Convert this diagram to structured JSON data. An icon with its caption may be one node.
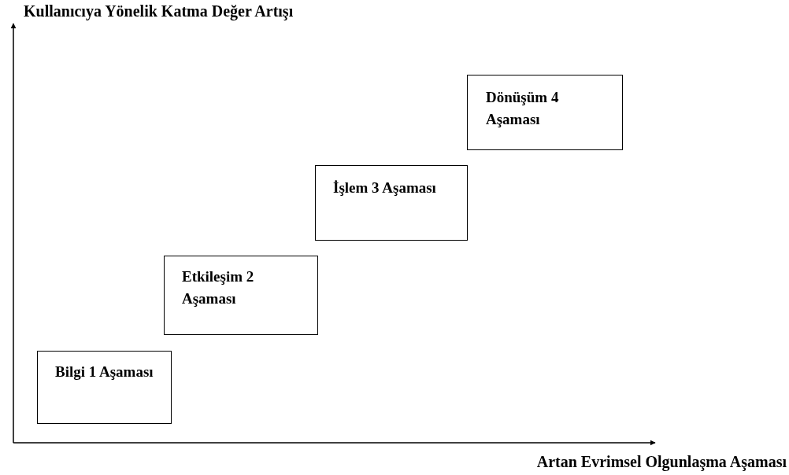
{
  "diagram": {
    "nodes": [
      {
        "text": [
          "Bilgi 1 Aşaması"
        ]
      },
      {
        "text": [
          "Etkileşim 2 Aşaması"
        ]
      },
      {
        "text": [
          "İşlem 3 Aşaması"
        ]
      },
      {
        "text": [
          "Dönüşüm 4 Aşaması"
        ]
      }
    ],
    "edges": [],
    "labels": [
      "Kullanıcıya Yönelik Katma Değer Artışı",
      "Artan Evrimsel Olgunlaşma Aşaması"
    ]
  }
}
